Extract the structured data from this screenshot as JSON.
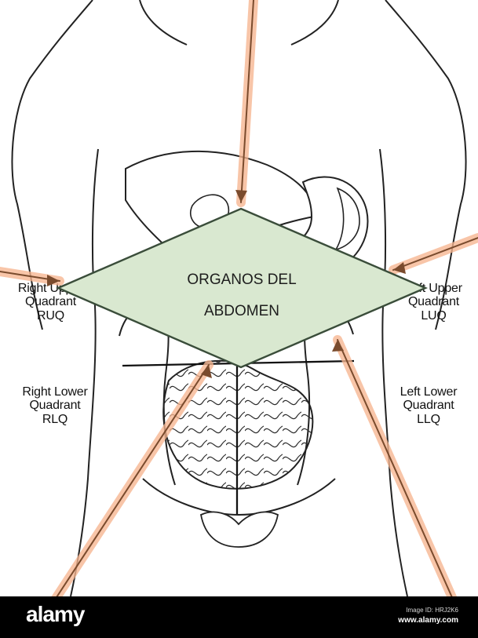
{
  "central_node": {
    "title": "ORGANOS DEL\nABDOMEN"
  },
  "quadrants": {
    "ruq": "Right Upper\nQuadrant\nRUQ",
    "luq": "Left Upper\nQuadrant\nLUQ",
    "rlq": "Right Lower\nQuadrant\nRLQ",
    "llq": "Left Lower\nQuadrant\nLLQ"
  },
  "watermark": {
    "logo": "alamy",
    "image_id": "Image ID: HRJ2K6",
    "url": "www.alamy.com"
  },
  "colors": {
    "diamond_fill": "#d9e8d0",
    "diamond_stroke": "#3a4d3a",
    "arrow_glow": "#f6b58f",
    "arrow_line": "#7a4b2d"
  }
}
